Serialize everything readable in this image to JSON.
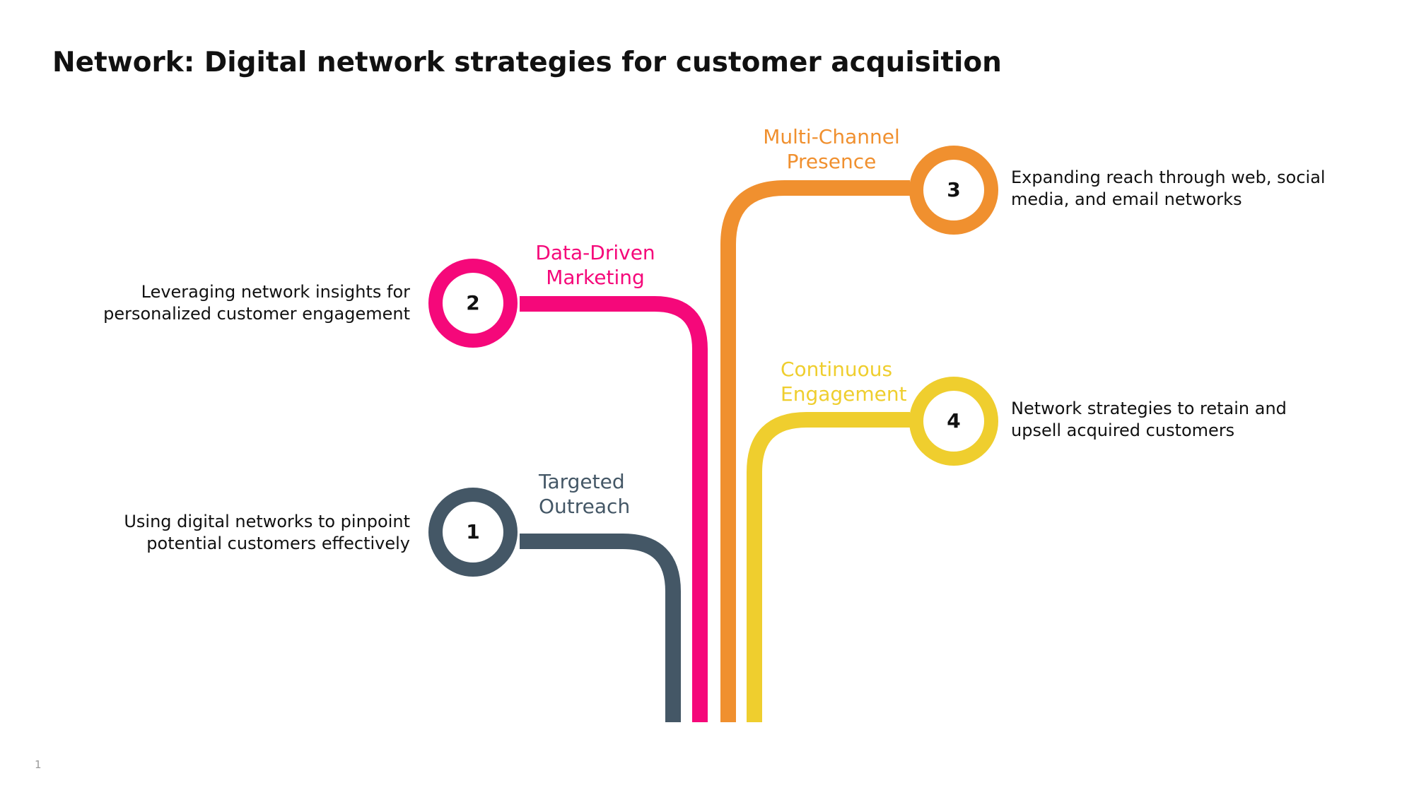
{
  "slide": {
    "title": "Network: Digital network strategies for customer acquisition",
    "page_number": "1"
  },
  "steps": [
    {
      "number": "1",
      "title_lines": [
        "Targeted",
        "Outreach"
      ],
      "description_lines": [
        "Using digital networks to pinpoint",
        "potential customers effectively"
      ],
      "color": "#445766"
    },
    {
      "number": "2",
      "title_lines": [
        "Data-Driven",
        "Marketing"
      ],
      "description_lines": [
        "Leveraging network insights for",
        "personalized customer engagement"
      ],
      "color": "#F5087A"
    },
    {
      "number": "3",
      "title_lines": [
        "Multi-Channel",
        "Presence"
      ],
      "description_lines": [
        "Expanding reach through web, social",
        "media, and email networks"
      ],
      "color": "#F0902F"
    },
    {
      "number": "4",
      "title_lines": [
        "Continuous",
        "Engagement"
      ],
      "description_lines": [
        "Network strategies to retain and",
        "upsell acquired customers"
      ],
      "color": "#EFCE2E"
    }
  ]
}
